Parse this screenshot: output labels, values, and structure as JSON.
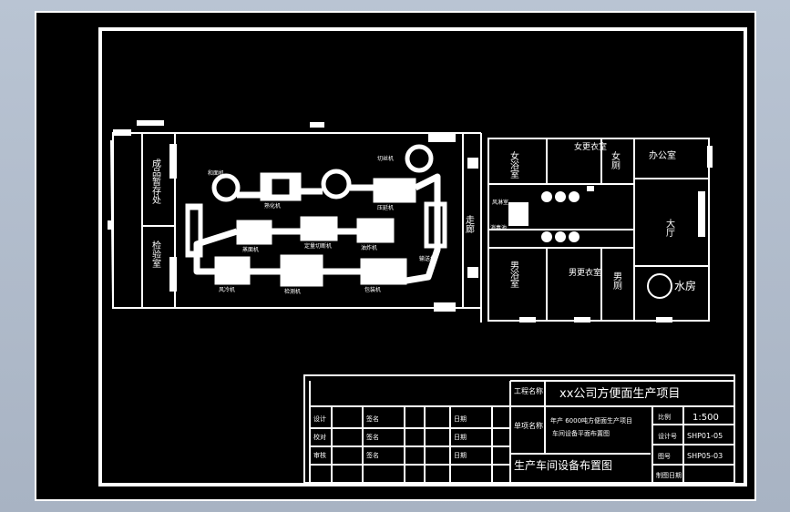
{
  "rooms": {
    "finished_storage": "成品暂存处",
    "inspection": "检验室",
    "women_bath": "女浴室",
    "women_dressing": "女更衣室",
    "women_toilet": "女厕",
    "office": "办公室",
    "men_bath": "男浴室",
    "men_dressing": "男更衣室",
    "men_toilet": "男厕",
    "hall": "大厅",
    "water_room": "水房",
    "corridor": "走廊"
  },
  "equipment_labels": {
    "e1": "和面机",
    "e2": "熟化机",
    "e3": "压延机",
    "e4": "切丝机",
    "e5": "蒸面机",
    "e6": "定量切断机",
    "e7": "油炸机",
    "e8": "风冷机",
    "e9": "检测机",
    "e10": "包装机",
    "e11": "输送机",
    "e12": "风淋室",
    "e13": "消毒池"
  },
  "title_block": {
    "project_label": "工程名称",
    "project_value": "xx公司方便面生产项目",
    "item_label": "单项名称",
    "item_value_1": "年产 6000吨方便面生产项目",
    "item_value_2": "车间设备平面布置图",
    "designer": "设计",
    "checker": "校对",
    "reviewer": "审核",
    "signature": "签名",
    "date": "日期",
    "scale_label": "比例",
    "scale_value": "1:500",
    "design_no_label": "设计号",
    "design_no_value": "SHP01-05",
    "drawing_no_label": "图号",
    "drawing_no_value": "SHP05-03",
    "drawing_title": "生产车间设备布置图",
    "print_date_label": "制图日期"
  }
}
